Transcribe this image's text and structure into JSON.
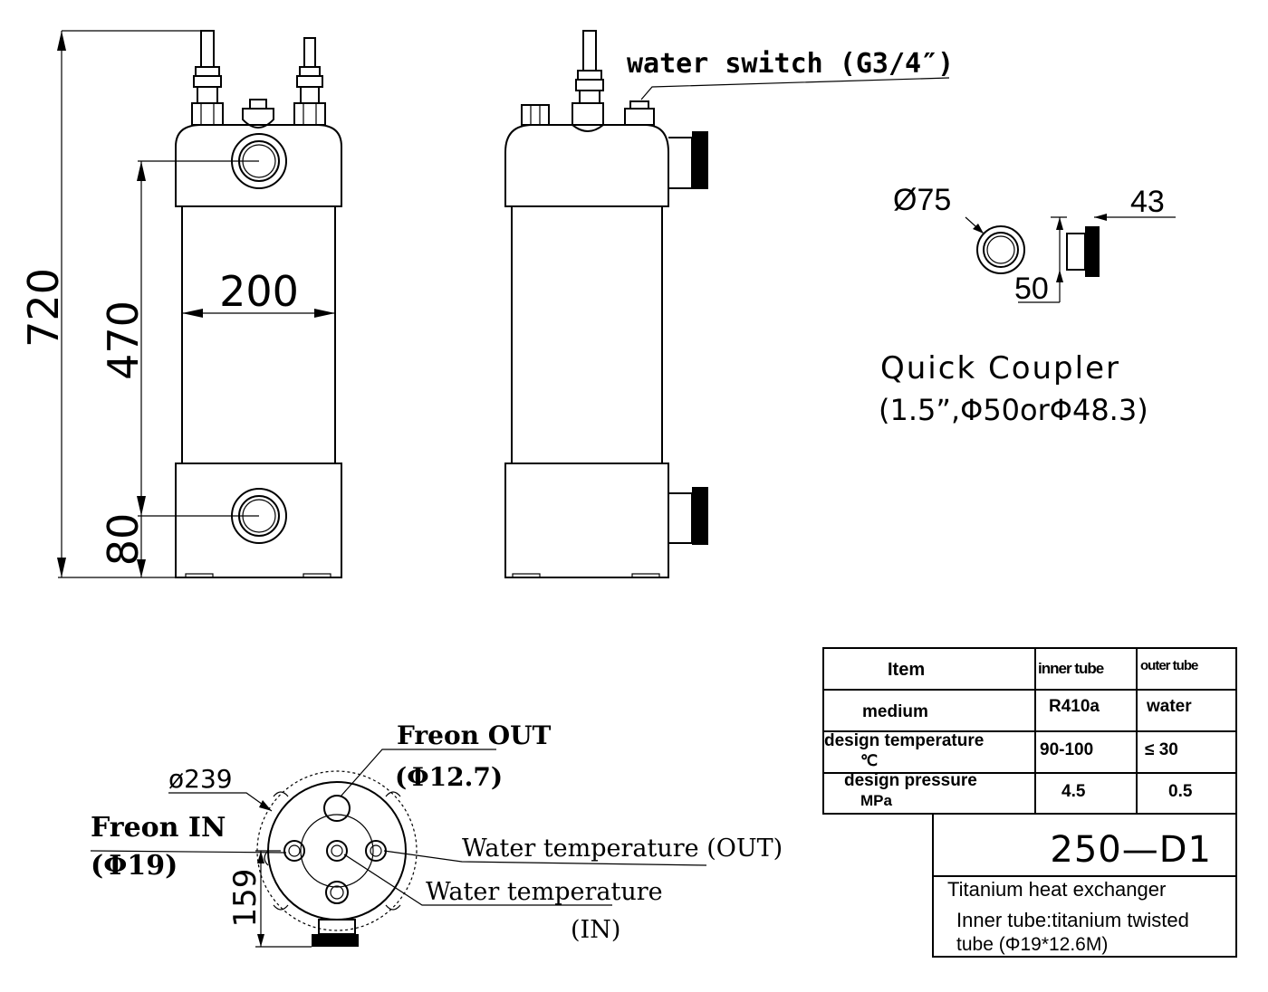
{
  "dims": {
    "height_total": "720",
    "height_body": "470",
    "width_body": "200",
    "bottom_offset": "80",
    "coupler_dia": "Ø75",
    "coupler_len": "43",
    "coupler_bore": "50",
    "plan_dia": "ø239",
    "plan_offset": "159"
  },
  "labels": {
    "water_switch": "water switch (G3/4″)",
    "quick_coupler_title": "Quick Coupler",
    "quick_coupler_spec": "(1.5”,Φ50orΦ48.3)",
    "freon_out": "Freon OUT",
    "freon_out_size": "(Φ12.7)",
    "freon_in": "Freon IN",
    "freon_in_size": "(Φ19)",
    "water_temp_out": "Water temperature (OUT)",
    "water_temp_in": "Water temperature",
    "water_temp_in_suffix": "(IN)"
  },
  "spec_table": {
    "headers": [
      "Item",
      "inner tube",
      "outer tube"
    ],
    "rows": [
      {
        "label": "medium",
        "unit": "",
        "inner": "R410a",
        "outer": "water"
      },
      {
        "label": "design temperature",
        "unit": "℃",
        "inner": "90-100",
        "outer": "≤ 30"
      },
      {
        "label": "design pressure",
        "unit": "MPa",
        "inner": "4.5",
        "outer": "0.5"
      }
    ]
  },
  "title_block": {
    "model": "250—D1",
    "name": "Titanium heat exchanger",
    "desc_line1": "Inner tube:titanium twisted",
    "desc_line2": "tube (Φ19*12.6M)"
  }
}
